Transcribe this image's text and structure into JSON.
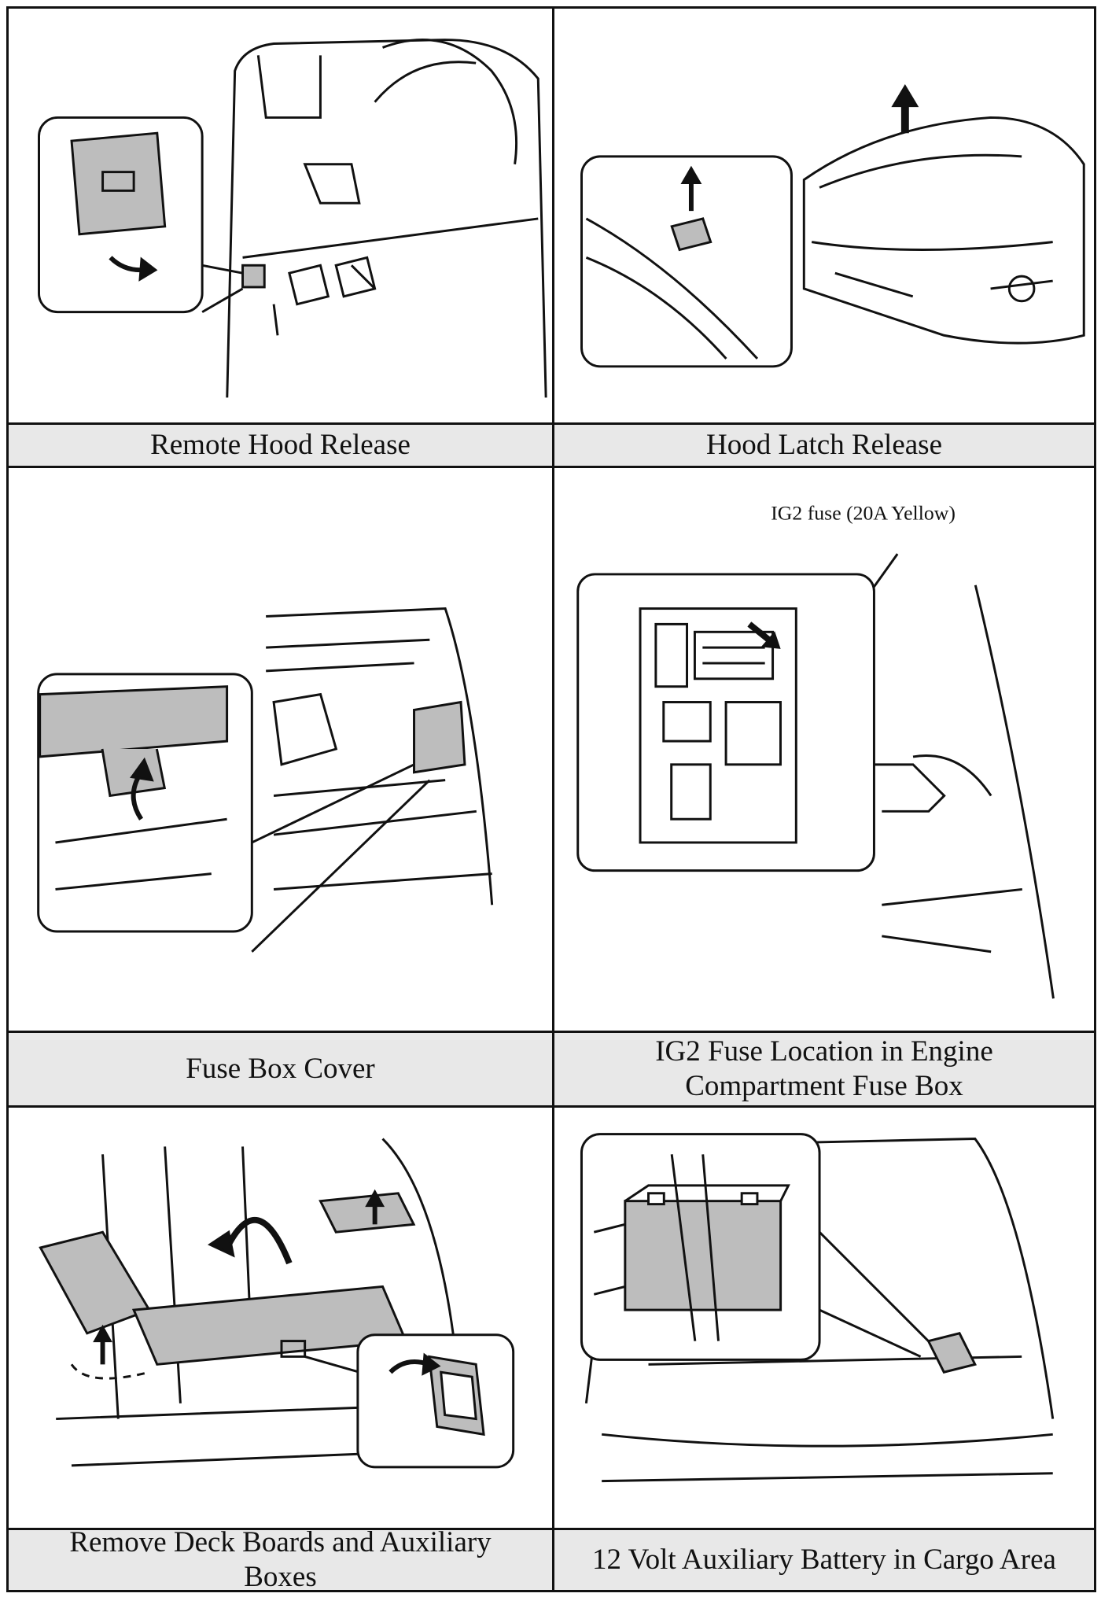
{
  "panels": [
    {
      "caption": "Remote Hood Release",
      "icon": "hood-release-lever-icon"
    },
    {
      "caption": "Hood Latch Release",
      "icon": "hood-latch-icon"
    },
    {
      "caption": "Fuse Box Cover",
      "icon": "fuse-box-cover-icon"
    },
    {
      "caption": "IG2 Fuse Location in Engine Compartment Fuse Box",
      "callout": "IG2 fuse (20A Yellow)",
      "icon": "fuse-box-icon"
    },
    {
      "caption": "Remove Deck Boards and Auxiliary Boxes",
      "icon": "deck-board-icon"
    },
    {
      "caption": "12 Volt Auxiliary Battery in Cargo Area",
      "icon": "battery-icon"
    }
  ],
  "colors": {
    "line": "#111111",
    "fill_gray": "#bdbdbd",
    "caption_bg": "#e8e8e8"
  }
}
